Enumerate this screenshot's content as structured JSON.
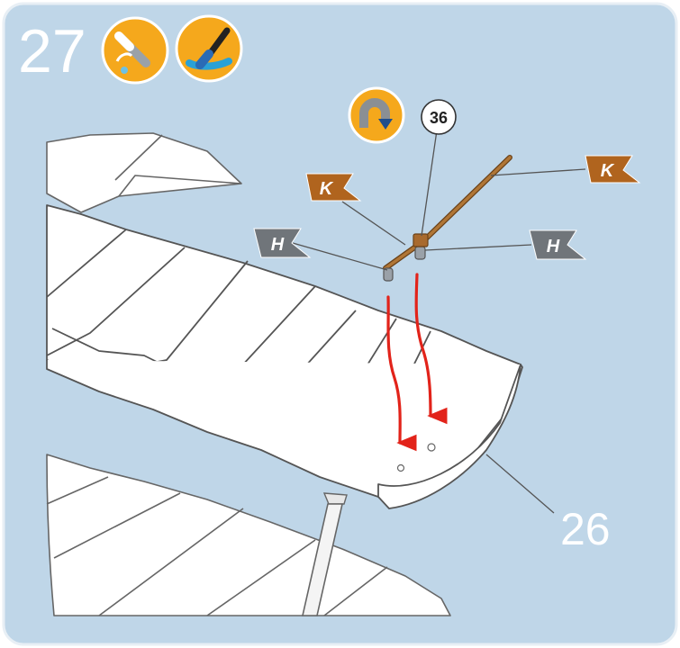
{
  "step": {
    "number": "27",
    "tool_icons": [
      {
        "name": "glue-applicator-icon",
        "bg": "#F5A81C"
      },
      {
        "name": "paint-brush-icon",
        "bg": "#F5A81C"
      }
    ]
  },
  "rotate_badge": {
    "icon": "rotate-arrow-icon",
    "bg": "#F5A81C"
  },
  "part_callout": {
    "label": "36"
  },
  "color_flags": [
    {
      "id": "k-left",
      "letter": "K",
      "color": "#B0641E"
    },
    {
      "id": "k-right",
      "letter": "K",
      "color": "#B0641E"
    },
    {
      "id": "h-left",
      "letter": "H",
      "color": "#70757A"
    },
    {
      "id": "h-right",
      "letter": "H",
      "color": "#70757A"
    }
  ],
  "assembly_arrows": {
    "color": "#E2231A",
    "count": 2
  },
  "reference_label": {
    "label": "26"
  },
  "colors": {
    "panel_bg": "#BFD6E8",
    "wing": "#FFFFFF",
    "outline": "#555555",
    "strut_wood": "#A86A2E"
  }
}
